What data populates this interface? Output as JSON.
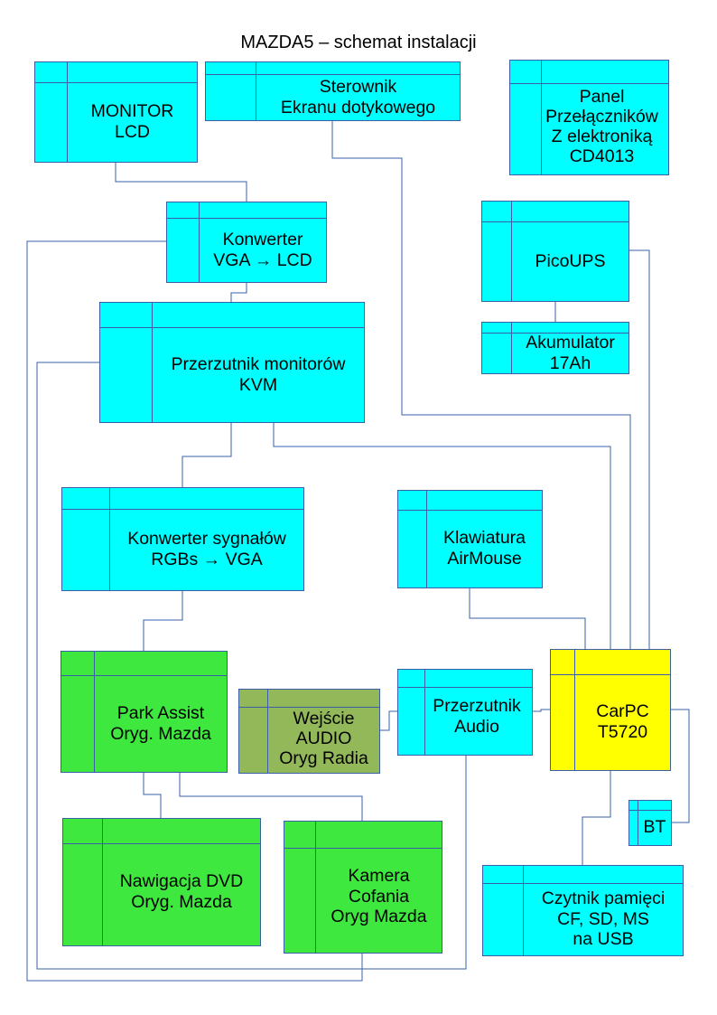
{
  "title": "MAZDA5 – schemat instalacji",
  "colors": {
    "computer_module": "#00ffff",
    "original_mazda": "#3ee83e",
    "original_radio": "#93b85a",
    "carpc": "#ffff00",
    "line": "#3a5fa8"
  },
  "nodes": {
    "monitor_lcd": {
      "label": "MONITOR\nLCD"
    },
    "sterownik": {
      "label": "Sterownik\nEkranu dotykowego"
    },
    "panel": {
      "label": "Panel\nPrzełączników\nZ elektroniką\nCD4013"
    },
    "konwerter_vga_lcd": {
      "label": "Konwerter\nVGA → LCD"
    },
    "picoups": {
      "label": "PicoUPS"
    },
    "akumulator": {
      "label": "Akumulator\n17Ah"
    },
    "kvm": {
      "label": "Przerzutnik monitorów\nKVM"
    },
    "konwerter_rgbs": {
      "label": "Konwerter sygnałów\nRGBs → VGA"
    },
    "klawiatura": {
      "label": "Klawiatura\nAirMouse"
    },
    "park_assist": {
      "label": "Park Assist\nOryg. Mazda"
    },
    "wejscie_audio": {
      "label": "Wejście\nAUDIO\nOryg Radia"
    },
    "przerzutnik_audio": {
      "label": "Przerzutnik\nAudio"
    },
    "carpc": {
      "label": "CarPC\nT5720"
    },
    "bt": {
      "label": "BT"
    },
    "nawigacja": {
      "label": "Nawigacja DVD\nOryg. Mazda"
    },
    "kamera": {
      "label": "Kamera\nCofania\nOryg Mazda"
    },
    "czytnik": {
      "label": "Czytnik pamięci\nCF, SD, MS\nna USB"
    }
  },
  "connections": [
    [
      "monitor_lcd",
      "konwerter_vga_lcd"
    ],
    [
      "sterownik",
      "carpc"
    ],
    [
      "konwerter_vga_lcd",
      "kvm"
    ],
    [
      "konwerter_vga_lcd",
      "kamera"
    ],
    [
      "picoups",
      "akumulator"
    ],
    [
      "picoups",
      "carpc"
    ],
    [
      "kvm",
      "konwerter_rgbs"
    ],
    [
      "kvm",
      "carpc"
    ],
    [
      "kvm",
      "przerzutnik_audio"
    ],
    [
      "konwerter_rgbs",
      "park_assist"
    ],
    [
      "klawiatura",
      "carpc"
    ],
    [
      "park_assist",
      "nawigacja"
    ],
    [
      "park_assist",
      "kamera"
    ],
    [
      "wejscie_audio",
      "przerzutnik_audio"
    ],
    [
      "przerzutnik_audio",
      "carpc"
    ],
    [
      "carpc",
      "bt"
    ],
    [
      "carpc",
      "czytnik"
    ]
  ]
}
